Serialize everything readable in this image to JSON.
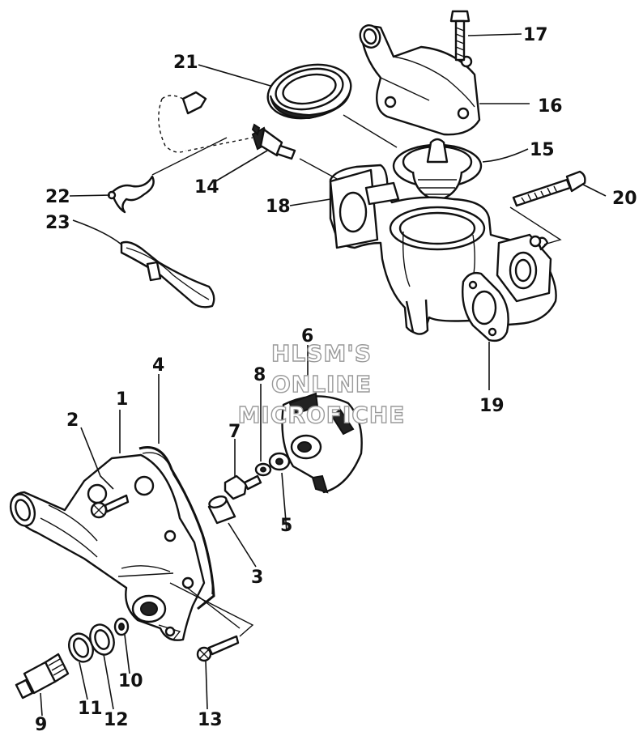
{
  "watermark": {
    "line1": "HLSM'S",
    "line2": "ONLINE",
    "line3": "MICROFICHE"
  },
  "callouts": {
    "p1": "1",
    "p2": "2",
    "p3": "3",
    "p4": "4",
    "p5": "5",
    "p6": "6",
    "p7": "7",
    "p8": "8",
    "p9": "9",
    "p10": "10",
    "p11": "11",
    "p12": "12",
    "p13": "13",
    "p14": "14",
    "p15": "15",
    "p16": "16",
    "p17": "17",
    "p18": "18",
    "p19": "19",
    "p20": "20",
    "p21": "21",
    "p22": "22",
    "p23": "23"
  }
}
